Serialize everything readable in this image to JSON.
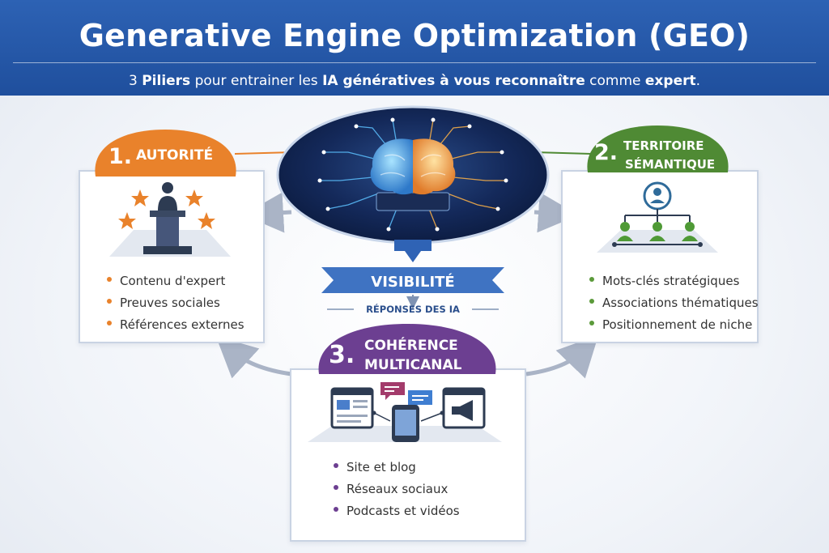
{
  "header": {
    "title": "Generative Engine Optimization (GEO)",
    "subtitle_parts": [
      "3 ",
      "Piliers",
      " pour entrainer les ",
      "IA génératives à vous reconnaître",
      " comme ",
      "expert",
      "."
    ]
  },
  "center": {
    "banner": "VISIBILITÉ",
    "caption": "RÉPONSES DES IA"
  },
  "pillars": [
    {
      "number": "1.",
      "title": "AUTORITÉ",
      "color": "#e9822b",
      "items": [
        "Contenu d'expert",
        "Preuves sociales",
        "Références externes"
      ]
    },
    {
      "number": "2.",
      "title_line1": "TERRITOIRE",
      "title_line2": "SÉMANTIQUE",
      "color": "#4f8a34",
      "items": [
        "Mots-clés stratégiques",
        "Associations thématiques",
        "Positionnement de niche"
      ]
    },
    {
      "number": "3.",
      "title_line1": "COHÉRENCE",
      "title_line2": "MULTICANAL",
      "color": "#6c3f91",
      "items": [
        "Site et blog",
        "Réseaux sociaux",
        "Podcasts et vidéos"
      ]
    }
  ],
  "colors": {
    "header": "#2461b0",
    "orange": "#e9822b",
    "green": "#4f8a34",
    "purple": "#6c3f91",
    "banner": "#3f73c2"
  }
}
